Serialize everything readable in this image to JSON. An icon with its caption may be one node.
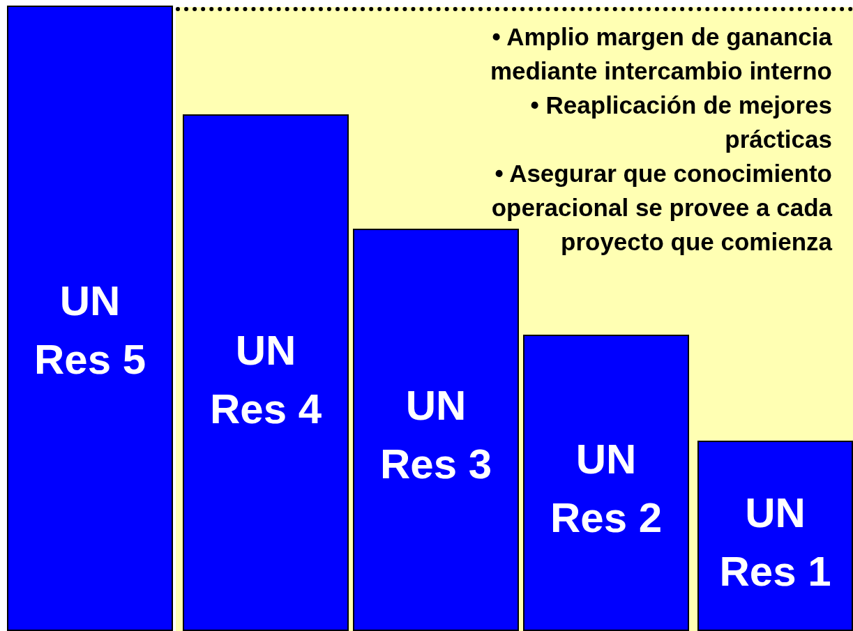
{
  "diagram": {
    "nodes": [
      {
        "text": [
          "• Amplio margen de ganancia mediante intercambio interno",
          "• Reaplicación de mejores prácticas",
          "• Asegurar que conocimiento operacional se provee a cada proyecto que comienza"
        ]
      },
      {
        "text": [
          "UN Res 5"
        ]
      },
      {
        "text": [
          "UN Res 4"
        ],
        "in": 0
      },
      {
        "text": [
          "UN Res 3"
        ],
        "in": 0
      },
      {
        "text": [
          "UN Res 2"
        ],
        "in": 0
      },
      {
        "text": [
          "UN Res 1"
        ],
        "in": 0
      }
    ]
  }
}
